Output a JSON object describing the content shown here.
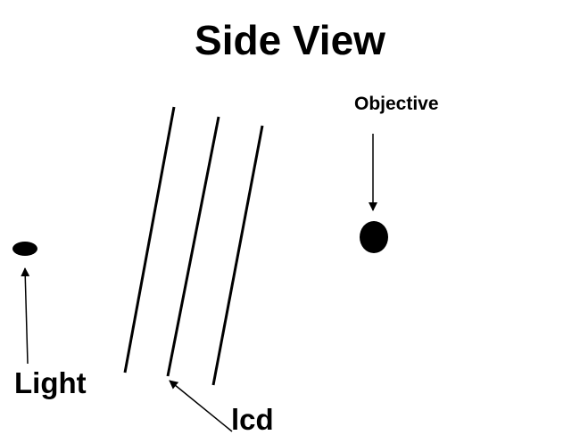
{
  "title": "Side View",
  "labels": {
    "objective": "Objective",
    "light": "Light",
    "lcd": "lcd"
  },
  "colors": {
    "ink": "#000000",
    "background": "#ffffff"
  }
}
